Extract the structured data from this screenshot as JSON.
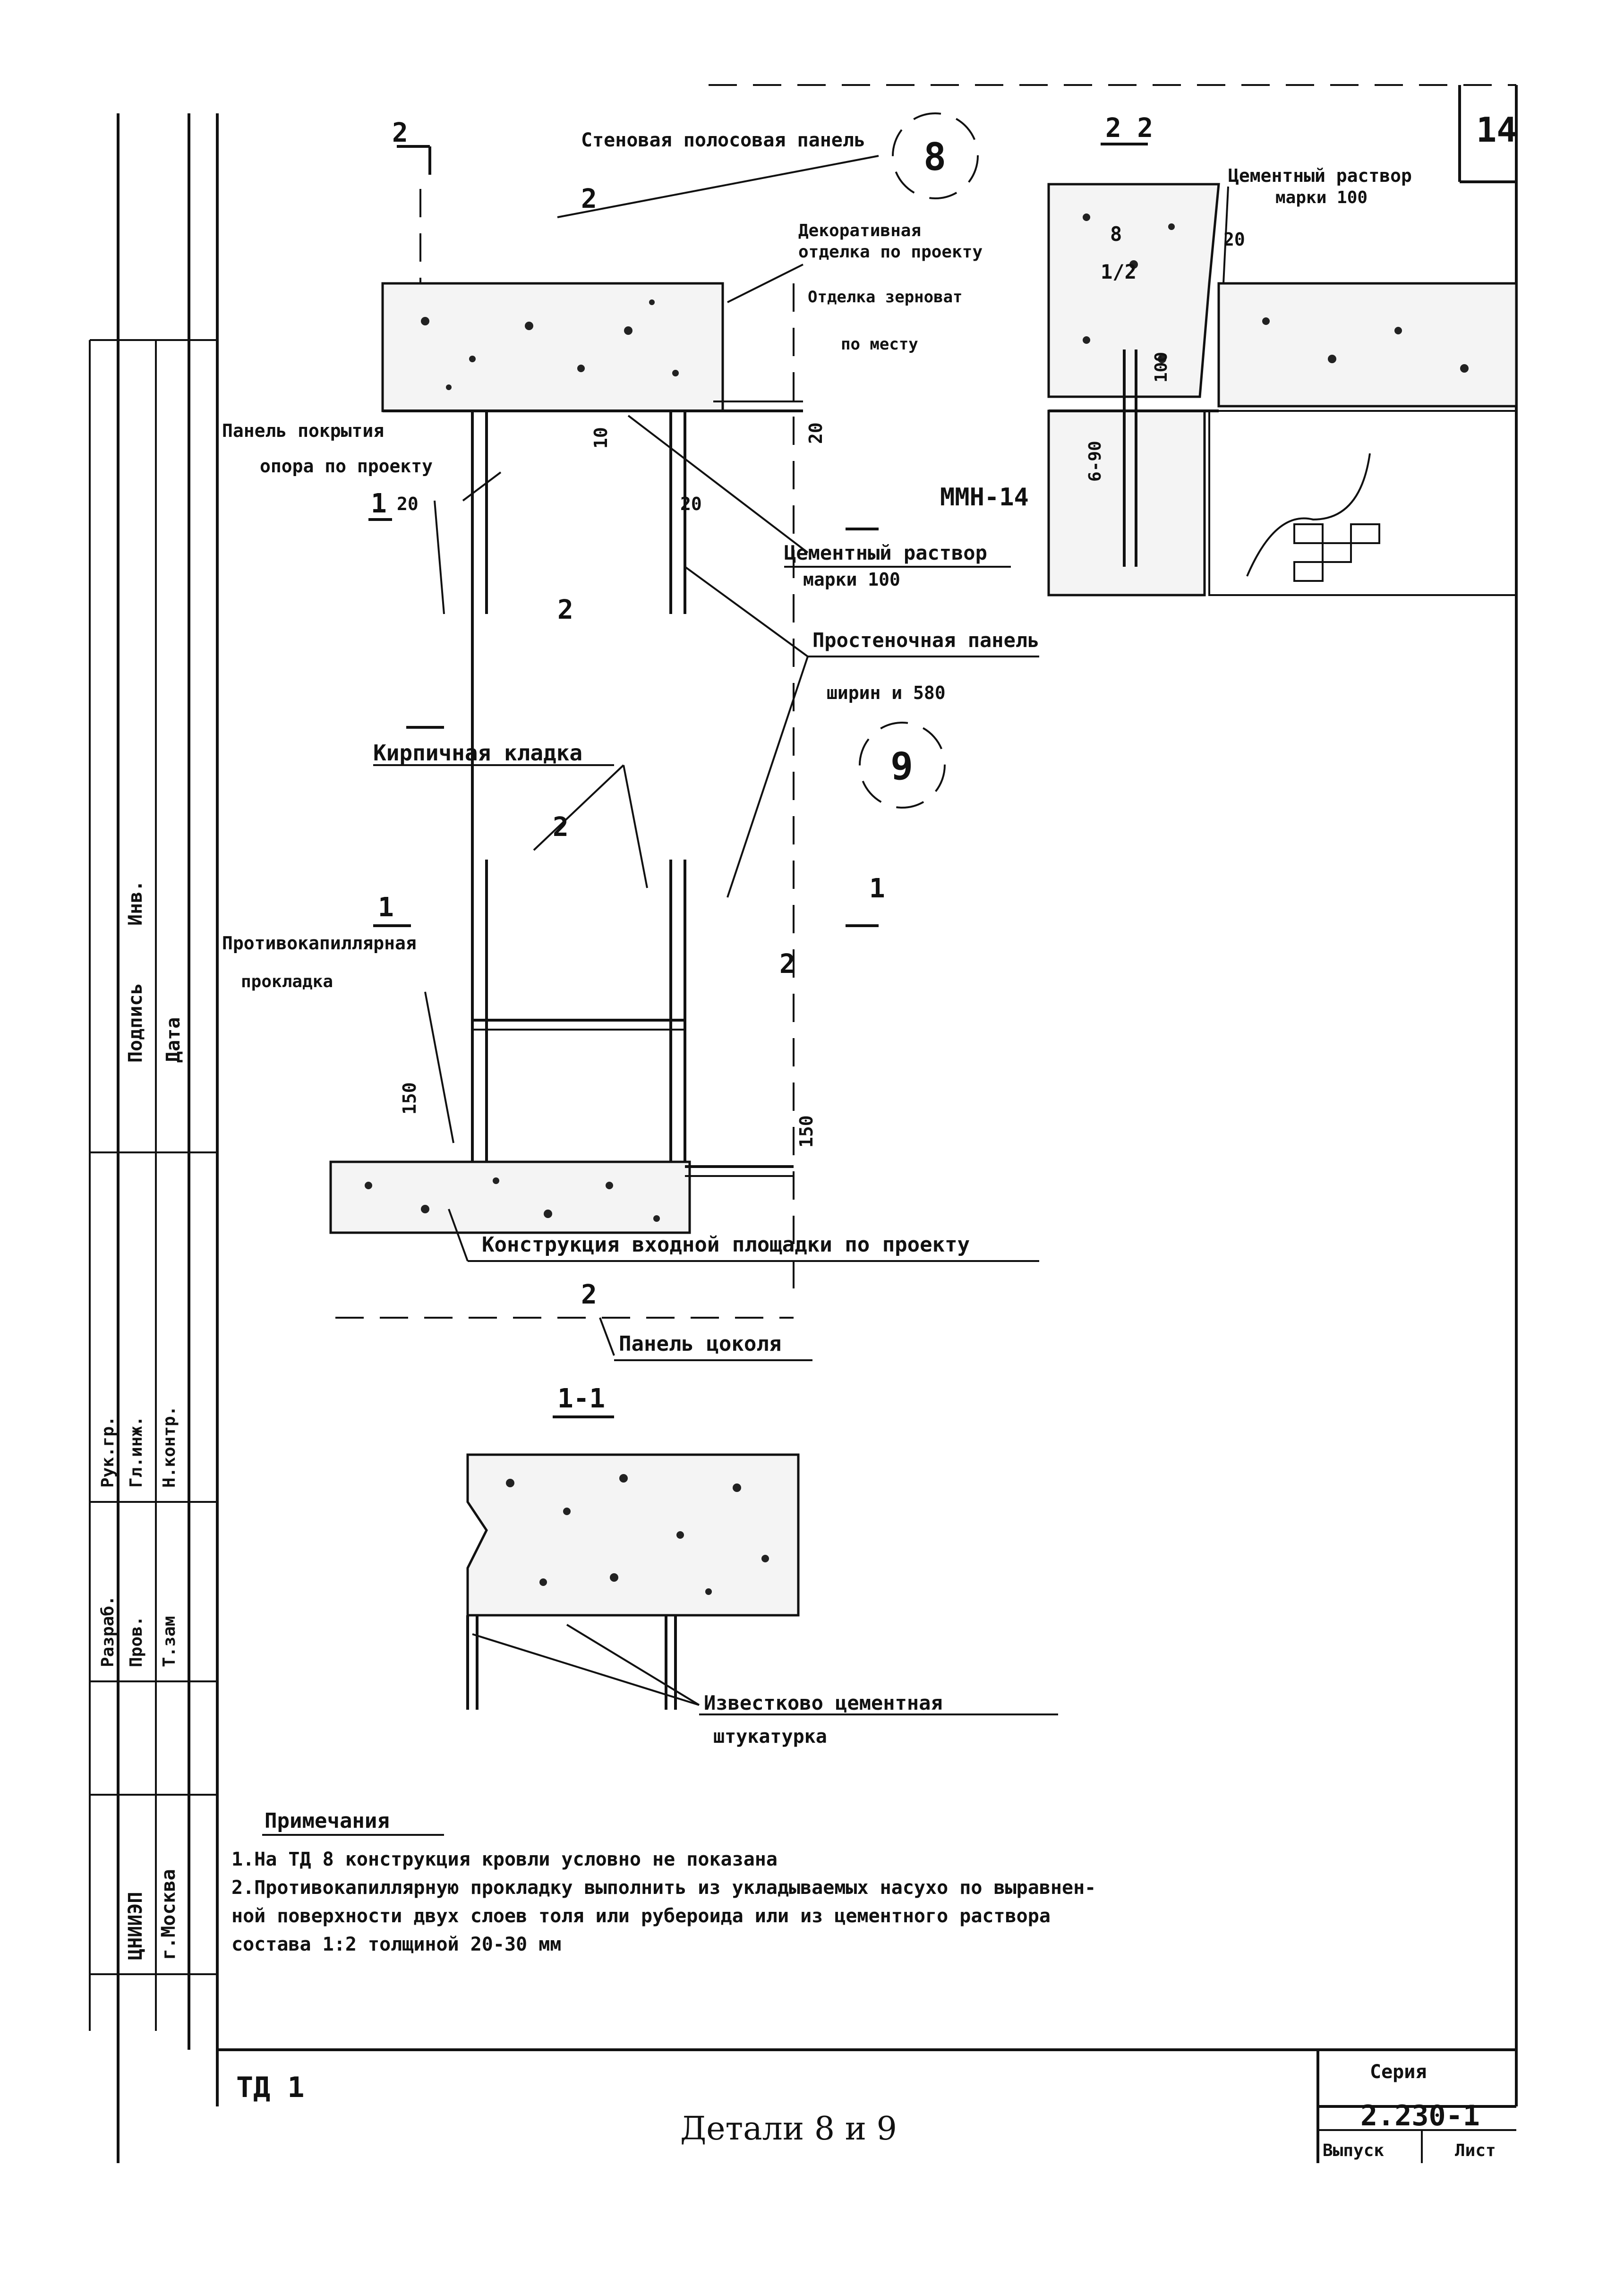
{
  "sheet_number": "14",
  "main_detail": {
    "section_mark_top": "2",
    "labels": {
      "wall_panel": "Стеновая полосовая панель",
      "decor_finish": [
        "Декоративная",
        "отделка по проекту"
      ],
      "grout": [
        "Отделка зерноват",
        "по месту"
      ],
      "cover_panel": "Панель покрытия",
      "support": "опора по проекту",
      "mark_mmn": "ММН-14",
      "mortar": [
        "Цементный раствор",
        "марки 100"
      ],
      "partition_panel": [
        "Простеночная панель",
        "ширин и 580"
      ],
      "brickwork": "Кирпичная кладка",
      "damp_layer": [
        "Противокапиллярная",
        "прокладка"
      ],
      "entrance": "Конструкция входной площадки по проекту",
      "plinth_panel": "Панель цоколя"
    },
    "dims": {
      "d10": "10",
      "d20a": "20",
      "d20b": "20",
      "d20c": "20",
      "d150": "150",
      "d150b": "150"
    },
    "marks": {
      "m1a": "1",
      "m1b": "1",
      "m1c": "1",
      "m2a": "2",
      "m2b": "2",
      "m2c": "2",
      "m2d": "2",
      "m2e": "2"
    },
    "callouts": {
      "c8": "8",
      "c9": "9"
    }
  },
  "section_2_2": {
    "title": "2 2",
    "mortar_label": [
      "Цементный раствор",
      "марки 100"
    ],
    "dims": {
      "d8": "8",
      "d12": "1/2",
      "d20": "20",
      "d100": "100",
      "d690": "6-90"
    }
  },
  "section_1_1": {
    "title": "1-1",
    "plaster_label": [
      "Известково цементная",
      "штукатурка"
    ]
  },
  "notes": {
    "heading": "Примечания",
    "lines": [
      "1.На ТД 8 конструкция кровли условно не показана",
      "2.Противокапиллярную прокладку выполнить из укладываемых насухо по выравнен-",
      "ной поверхности двух слоев толя или рубероида или из цементного раствора",
      "состава 1:2 толщиной 20-30 мм"
    ]
  },
  "title_block": {
    "code": "ТД 1",
    "title": "Детали 8 и 9",
    "series_label": "Серия",
    "series_value": "2.230-1",
    "issue_label": "Выпуск",
    "sheet_label": "Лист"
  },
  "side_stamp": {
    "texts": [
      "Подпись",
      "Инв.",
      "Дата",
      "Рук.гр.",
      "Гл.инж.",
      "Н.контр.",
      "Разраб.",
      "Пров.",
      "Т.зам",
      "ЦНИИЭП",
      "г.Москва"
    ]
  }
}
